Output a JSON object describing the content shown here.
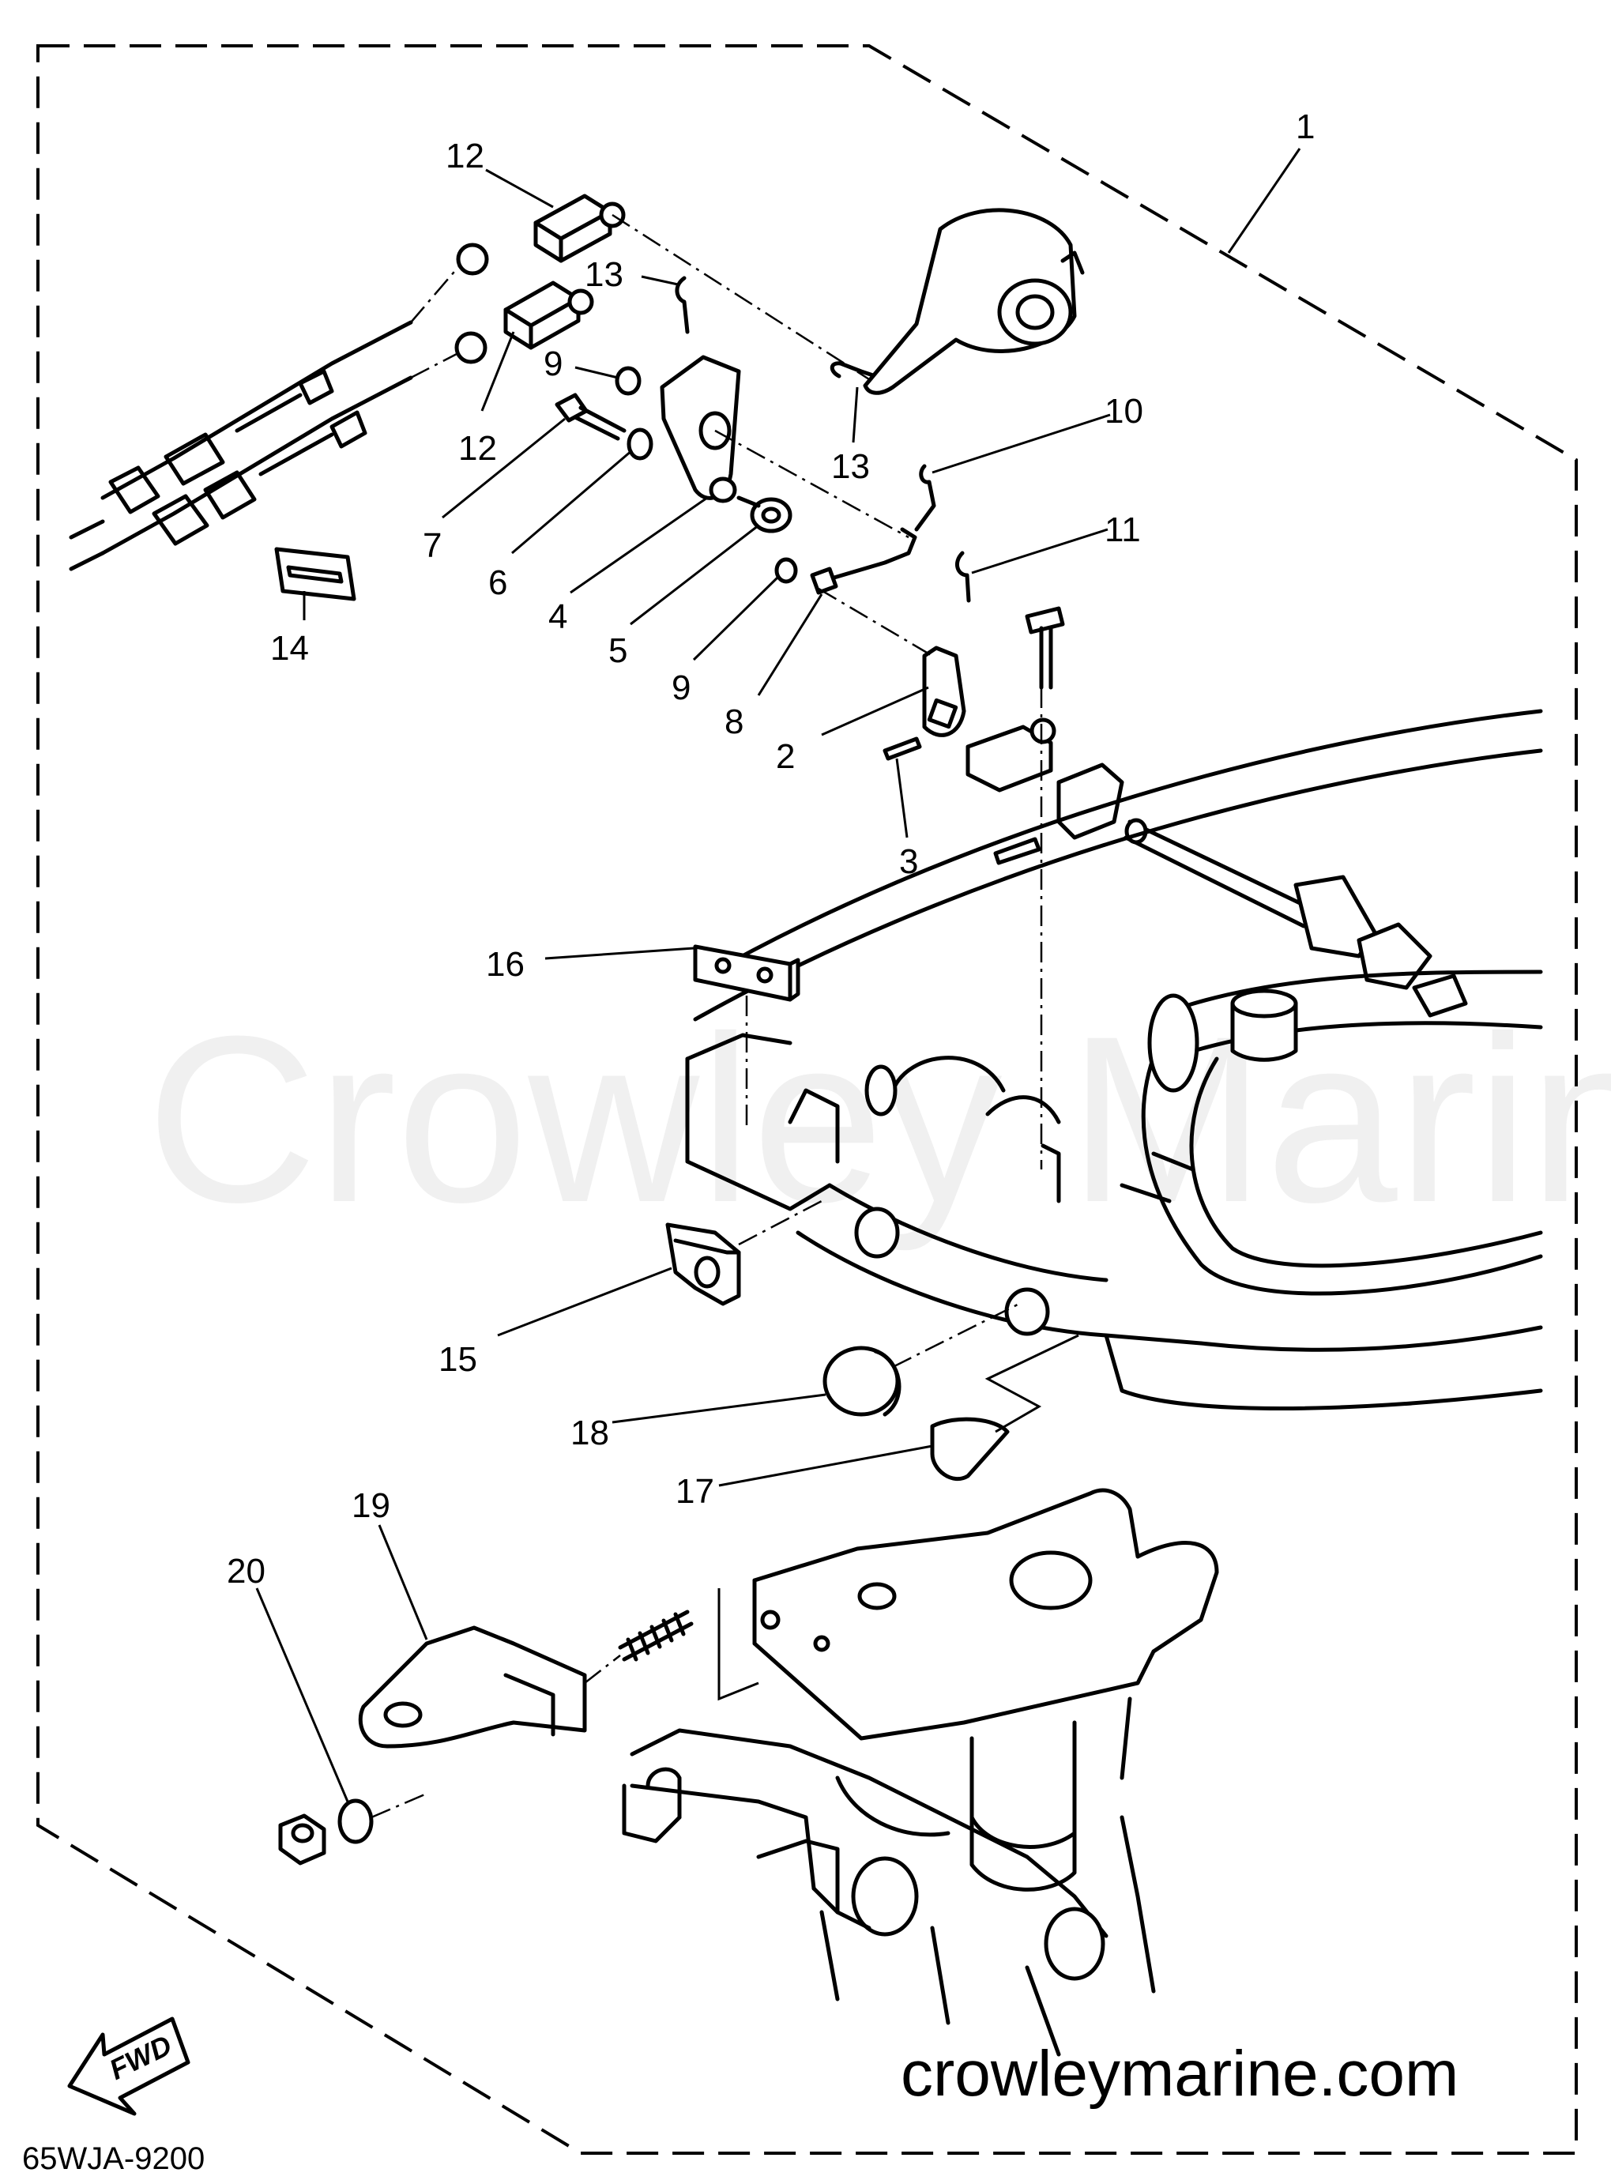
{
  "diagram": {
    "watermark": "Crowley Marine",
    "website": "crowleymarine.com",
    "diagram_code": "65WJA-9200",
    "direction_label": "FWD",
    "callouts": [
      {
        "id": "1",
        "text": "1"
      },
      {
        "id": "2",
        "text": "2"
      },
      {
        "id": "3",
        "text": "3"
      },
      {
        "id": "4",
        "text": "4"
      },
      {
        "id": "5",
        "text": "5"
      },
      {
        "id": "6",
        "text": "6"
      },
      {
        "id": "7",
        "text": "7"
      },
      {
        "id": "8",
        "text": "8"
      },
      {
        "id": "9a",
        "text": "9"
      },
      {
        "id": "9b",
        "text": "9"
      },
      {
        "id": "10",
        "text": "10"
      },
      {
        "id": "11",
        "text": "11"
      },
      {
        "id": "12a",
        "text": "12"
      },
      {
        "id": "12b",
        "text": "12"
      },
      {
        "id": "13a",
        "text": "13"
      },
      {
        "id": "13b",
        "text": "13"
      },
      {
        "id": "14",
        "text": "14"
      },
      {
        "id": "15",
        "text": "15"
      },
      {
        "id": "16",
        "text": "16"
      },
      {
        "id": "17",
        "text": "17"
      },
      {
        "id": "18",
        "text": "18"
      },
      {
        "id": "19",
        "text": "19"
      },
      {
        "id": "20",
        "text": "20"
      }
    ]
  }
}
